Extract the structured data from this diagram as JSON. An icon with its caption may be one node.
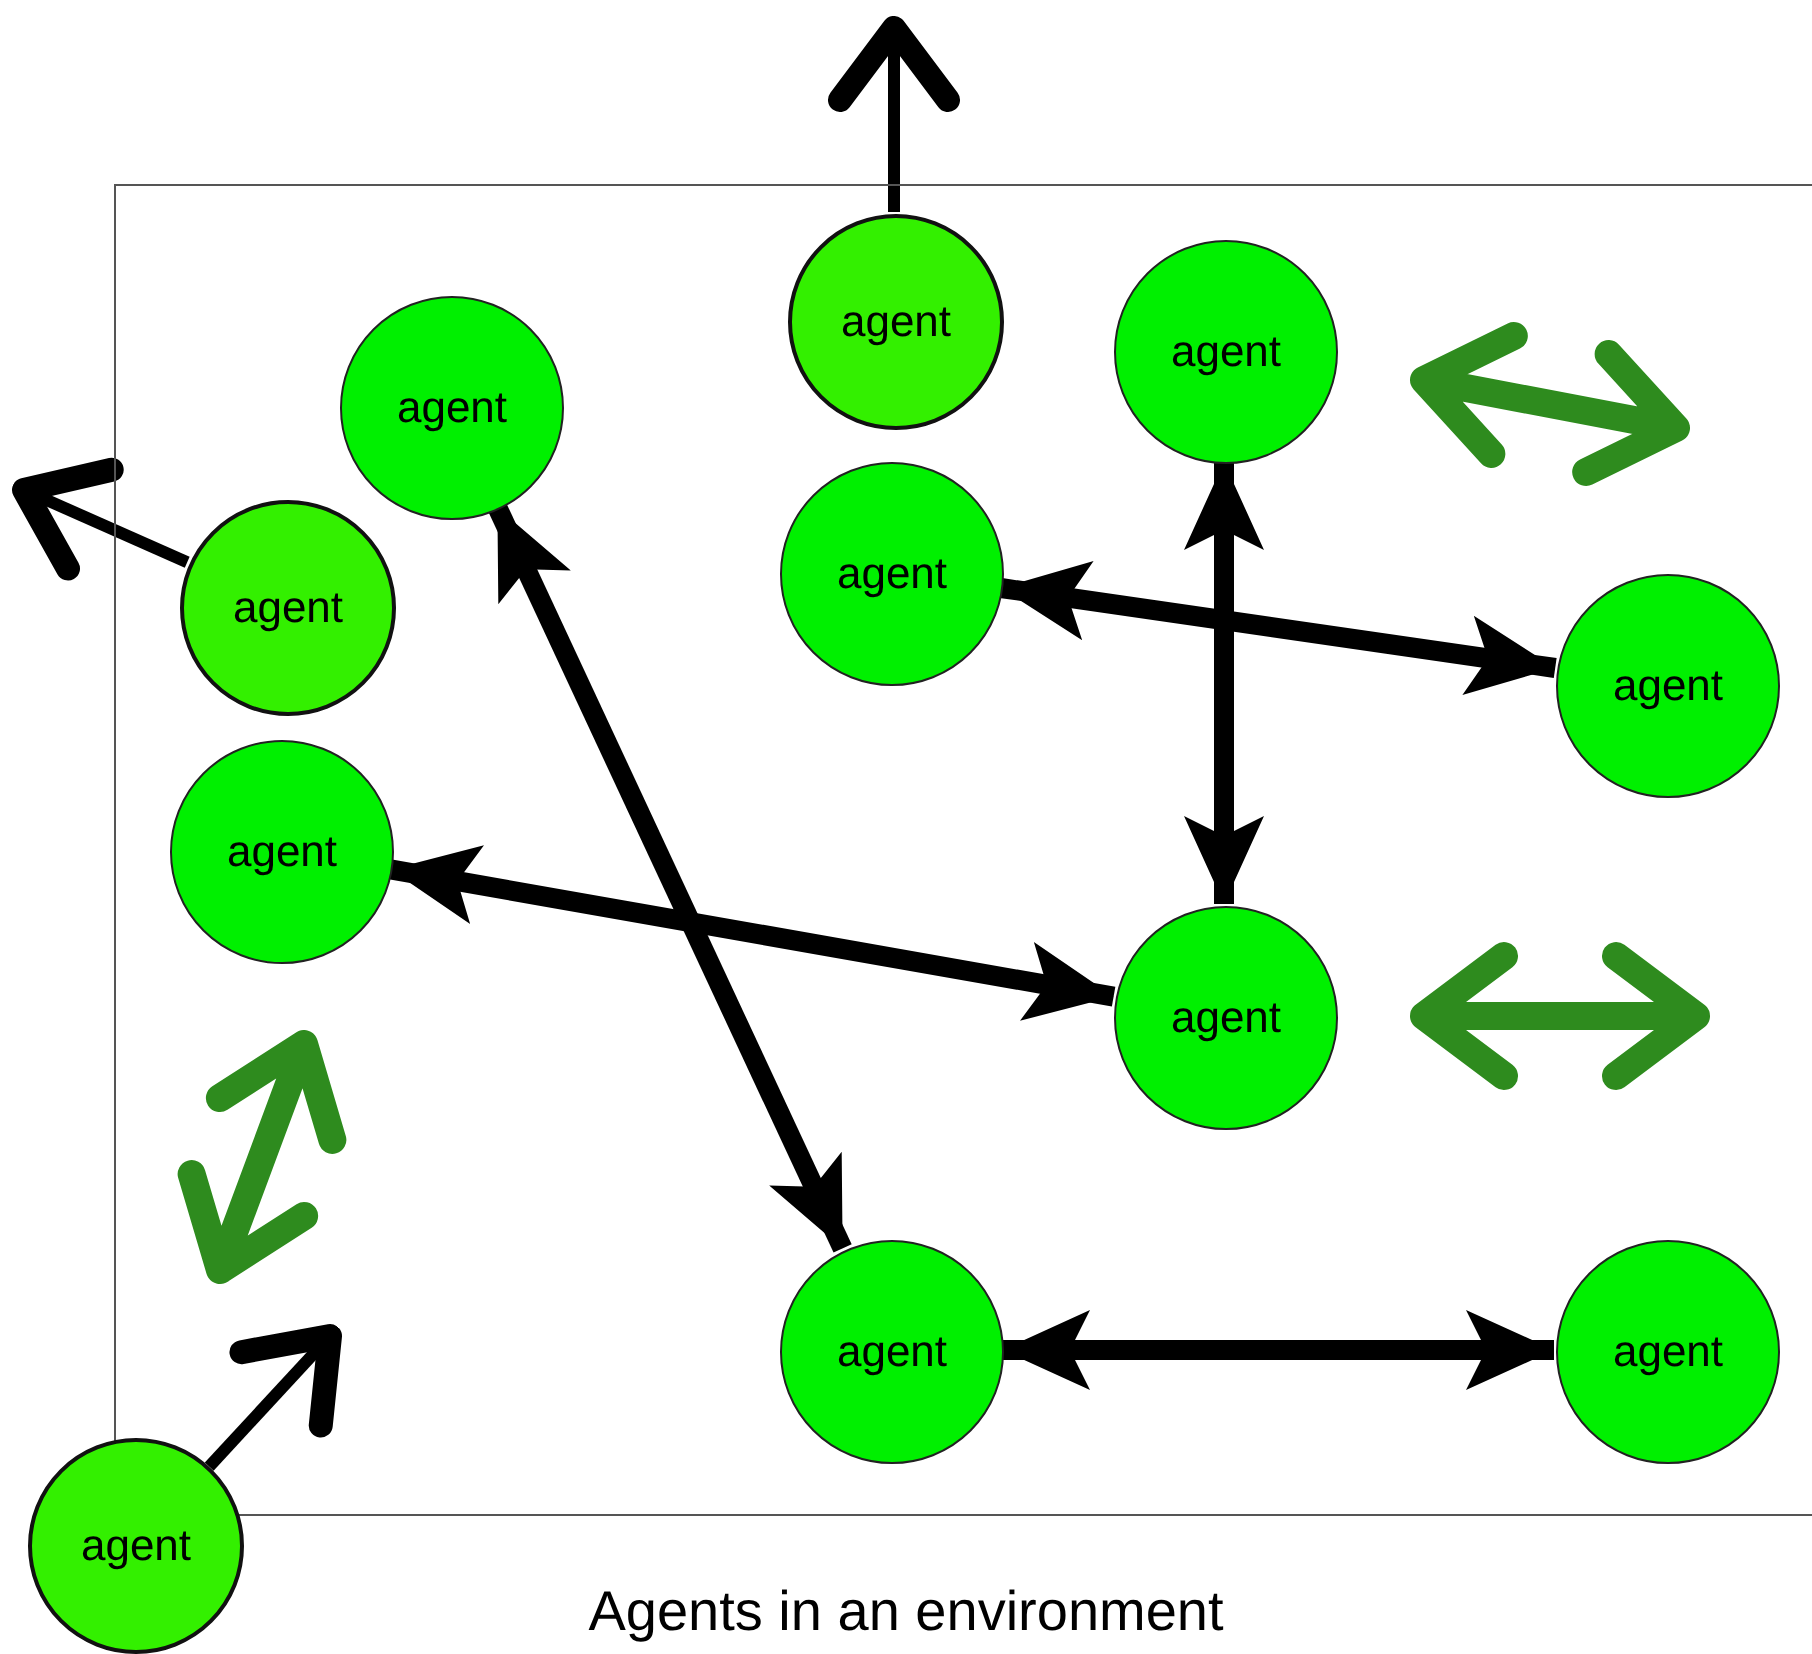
{
  "diagram": {
    "caption": "Agents in an environment",
    "nodes": [
      {
        "text": [],
        "shape": "box"
      },
      {
        "text": [
          "agent"
        ],
        "in": 0
      },
      {
        "text": [
          "agent"
        ],
        "in": 0
      },
      {
        "text": [
          "agent"
        ],
        "in": 0
      },
      {
        "text": [
          "agent"
        ],
        "in": 0
      },
      {
        "text": [
          "agent"
        ],
        "in": 0
      },
      {
        "text": [
          "agent"
        ],
        "in": 0
      },
      {
        "text": [
          "agent"
        ],
        "in": 0
      },
      {
        "text": [
          "agent"
        ],
        "in": 0
      },
      {
        "text": [
          "agent"
        ],
        "in": 0
      },
      {
        "text": [
          "agent"
        ],
        "in": 0
      },
      {
        "text": [
          "agent"
        ]
      }
    ],
    "edges": [
      {
        "from": 3,
        "to": 9,
        "arrow": "both"
      },
      {
        "from": 7,
        "to": 8,
        "arrow": "both"
      },
      {
        "from": 2,
        "to": 8,
        "arrow": "both"
      },
      {
        "from": 4,
        "to": 6,
        "arrow": "both"
      },
      {
        "from": 9,
        "to": 10,
        "arrow": "both"
      },
      {
        "from": 1,
        "to": null,
        "arrow": "to"
      },
      {
        "from": 5,
        "to": null,
        "arrow": "to"
      },
      {
        "from": 11,
        "to": null,
        "arrow": "to"
      }
    ]
  }
}
